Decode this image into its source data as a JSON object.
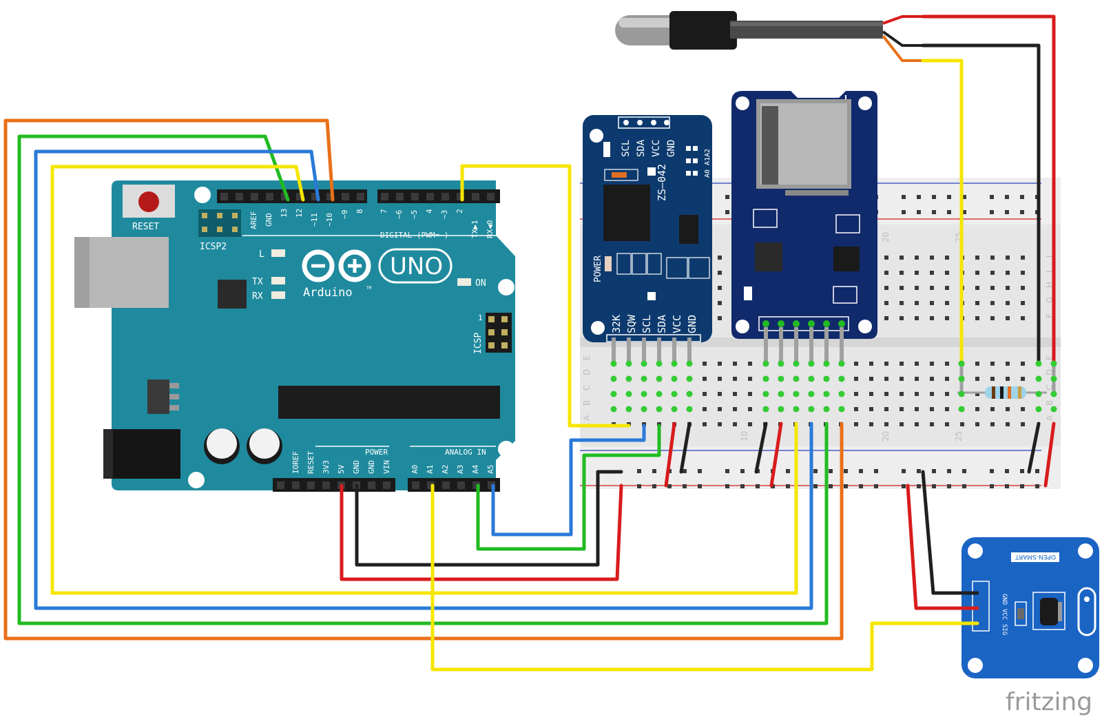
{
  "colors": {
    "arduino_board": "#1f8a9e",
    "rtc_board": "#0d3a6e",
    "sd_board": "#102a6b",
    "sensor_board": "#1a64c4",
    "breadboard": "#e6e6e6",
    "wire_red": "#d81c1c",
    "wire_black": "#202020",
    "wire_yellow": "#f5e600",
    "wire_green": "#22bb22",
    "wire_blue": "#2a7ad8",
    "wire_orange": "#e8701a"
  },
  "arduino": {
    "reset_label": "RESET",
    "icsp2_label": "ICSP2",
    "icsp_label": "ICSP",
    "icsp_pin1": "1",
    "aref": "AREF",
    "gnd": "GND",
    "pin13": "13",
    "pin12": "12",
    "pin11": "~11",
    "pin10": "~10",
    "pin9": "~9",
    "pin8": "8",
    "pin7": "7",
    "pin6": "~6",
    "pin5": "~5",
    "pin4": "4",
    "pin3": "~3",
    "pin2": "2",
    "pin1": "TX▶1",
    "pin0": "RX◀0",
    "digital_label": "DIGITAL (PWM=~)",
    "led_l": "L",
    "led_tx": "TX",
    "led_rx": "RX",
    "on_label": "ON",
    "brand": "Arduino",
    "tm": "TM",
    "model": "UNO",
    "power_label": "POWER",
    "analog_label": "ANALOG IN",
    "ioref": "IOREF",
    "reset_pin": "RESET",
    "v33": "3V3",
    "v5": "5V",
    "gnd1": "GND",
    "gnd2": "GND",
    "vin": "VIN",
    "a0": "A0",
    "a1": "A1",
    "a2": "A2",
    "a3": "A3",
    "a4": "A4",
    "a5": "A5"
  },
  "rtc": {
    "top_scl": "SCL",
    "top_sda": "SDA",
    "top_vcc": "VCC",
    "top_gnd": "GND",
    "model": "ZS—042",
    "addr": "A0 A1A2",
    "power": "POWER",
    "b_32k": "32K",
    "b_sqw": "SQW",
    "b_scl": "SCL",
    "b_sda": "SDA",
    "b_vcc": "VCC",
    "b_gnd": "GND"
  },
  "sensor": {
    "brand": "OPEN-SMART",
    "gnd": "GND",
    "vcc": "VCC",
    "sig": "SIG"
  },
  "breadboard": {
    "col20": "20",
    "col25": "25",
    "col10": "10",
    "row_j": "J",
    "row_i": "I",
    "row_h": "H",
    "row_g": "G",
    "row_f": "F",
    "row_e": "E",
    "row_d": "D",
    "row_c": "C",
    "row_b": "B",
    "row_a": "A"
  },
  "watermark": "fritzing"
}
